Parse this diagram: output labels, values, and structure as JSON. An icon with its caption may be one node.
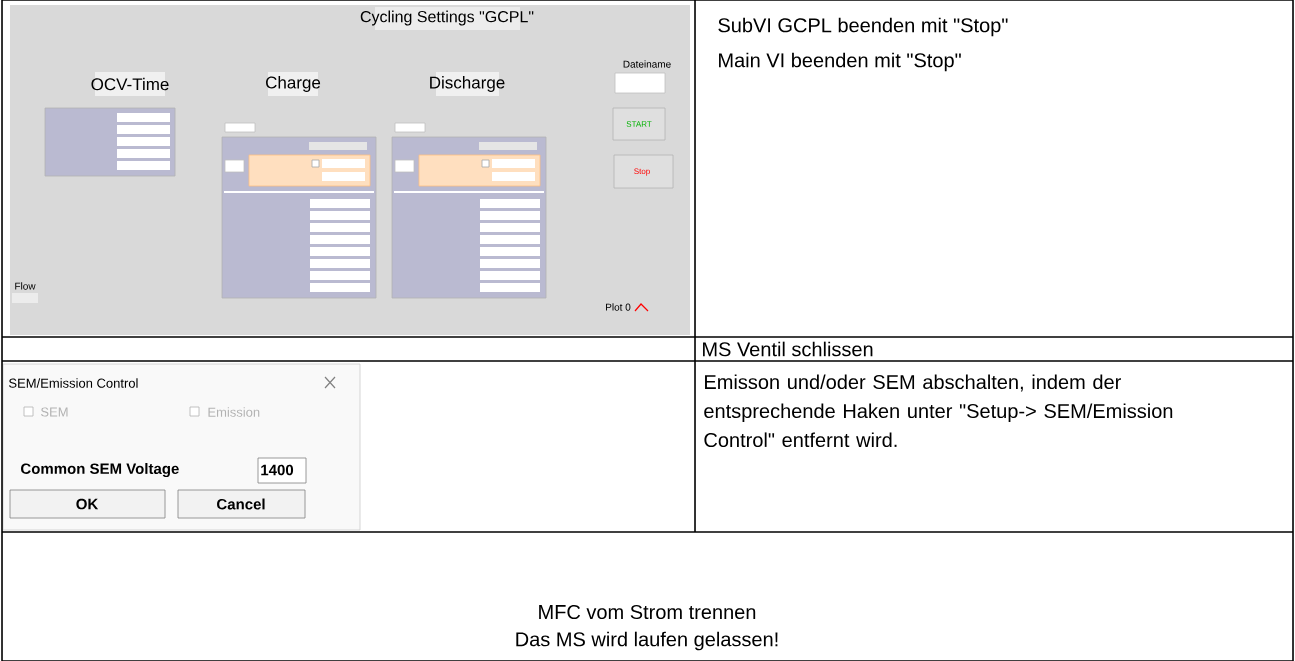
{
  "diagram": {
    "labels": [
      "Cycling Settings \"GCPL\"",
      "OCV-Time",
      "Charge",
      "Discharge",
      "Dateiname",
      "START",
      "Stop",
      "Flow",
      "Plot 0",
      "SubVI GCPL beenden mit \"Stop\"",
      "Main VI beenden mit \"Stop\"",
      "MS Ventil schlissen",
      "SEM/Emission Control",
      "SEM",
      "Emission",
      "Common SEM Voltage",
      "1400",
      "OK",
      "Cancel",
      "Emisson und/oder SEM abschalten, indem der entsprechende Haken unter \"Setup-> SEM/Emission Control\" entfernt wird.",
      "MFC vom Strom trennen",
      "Das MS wird laufen gelassen!"
    ]
  }
}
